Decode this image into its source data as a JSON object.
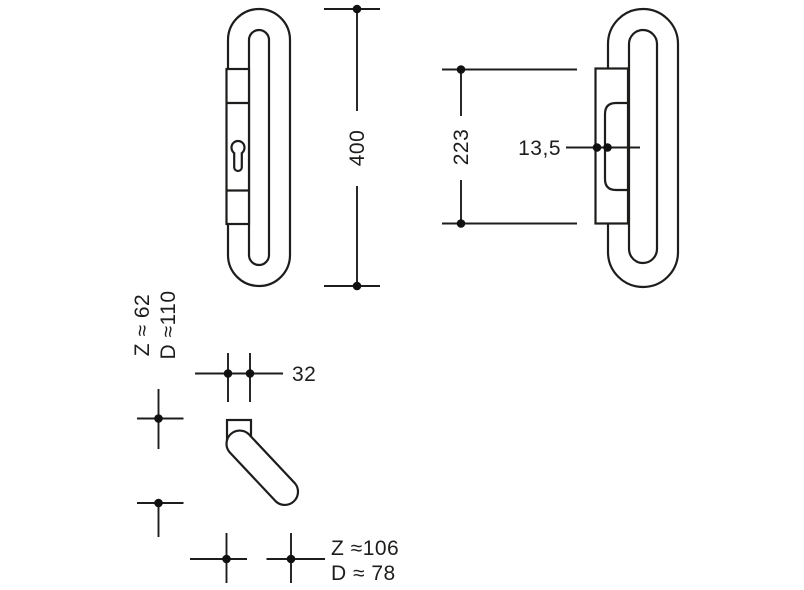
{
  "drawing": {
    "colors": {
      "line": "#1d1d1b",
      "background": "#ffffff"
    },
    "dimensions": {
      "overall_height": "400",
      "plate_height": "223",
      "plate_thickness": "13,5",
      "grip_width": "32",
      "left_label_z": "Z ≈ 62",
      "left_label_d": "D ≈110",
      "bottom_label_z": "Z ≈106",
      "bottom_label_d": "D ≈ 78"
    }
  }
}
